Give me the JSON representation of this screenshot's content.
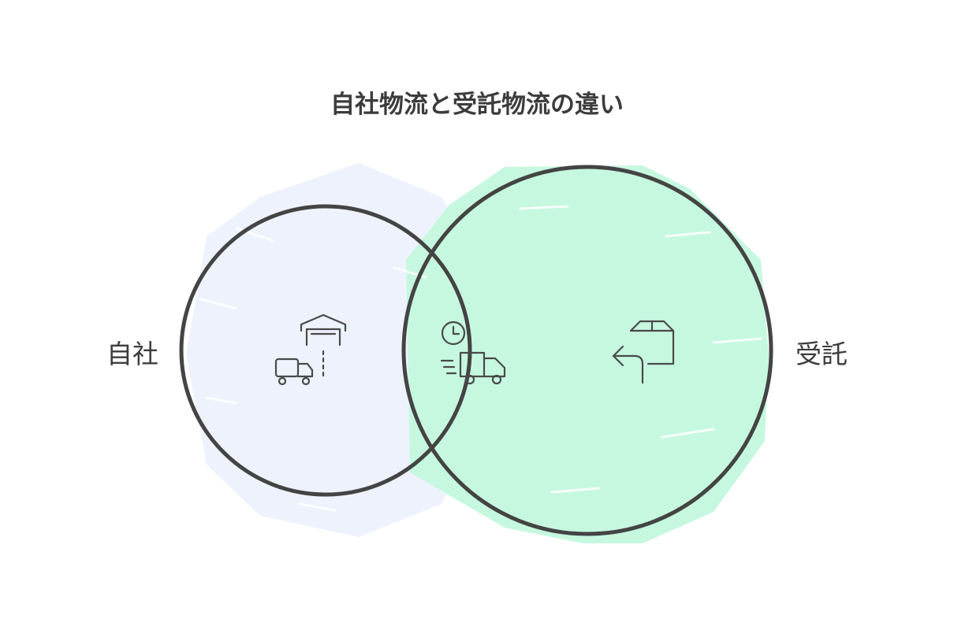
{
  "diagram": {
    "title": "自社物流と受託物流の違い",
    "left_set": {
      "label": "自社",
      "icon": "warehouse-truck-icon",
      "fill_color": "#eef2fd"
    },
    "right_set": {
      "label": "受託",
      "icon": "box-return-icon",
      "fill_color": "#c6f8e0"
    },
    "overlap": {
      "icon": "clock-delivery-truck-icon",
      "fill_color": "#d2f0fb"
    },
    "stroke_color": "#444444"
  }
}
